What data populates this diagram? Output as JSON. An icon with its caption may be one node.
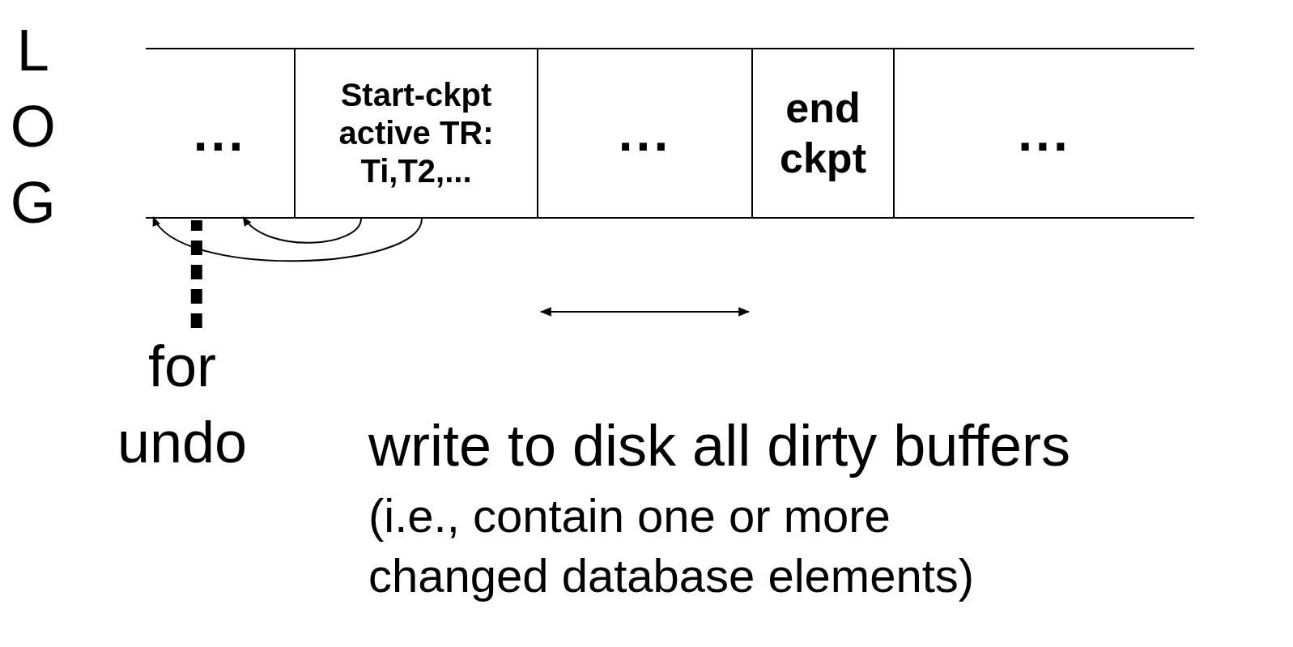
{
  "diagram": {
    "nodes": [
      {
        "text": [
          "..."
        ]
      },
      {
        "text": [
          "Start-ckpt active TR: Ti,T2,..."
        ]
      },
      {
        "text": [
          "..."
        ]
      },
      {
        "text": [
          "end ckpt"
        ]
      },
      {
        "text": [
          "..."
        ]
      },
      {
        "text": [
          "for undo"
        ]
      }
    ],
    "edges": [
      {
        "from": 1,
        "to": 0,
        "arrow": "to"
      },
      {
        "from": 1,
        "to": 0,
        "arrow": "to"
      },
      {
        "from": 5,
        "to": 0,
        "arrow": "none",
        "style": "dashed"
      }
    ],
    "labels": [
      "LOG",
      "write to disk all dirty buffers",
      "(i.e., contain one or more changed database elements)"
    ]
  }
}
